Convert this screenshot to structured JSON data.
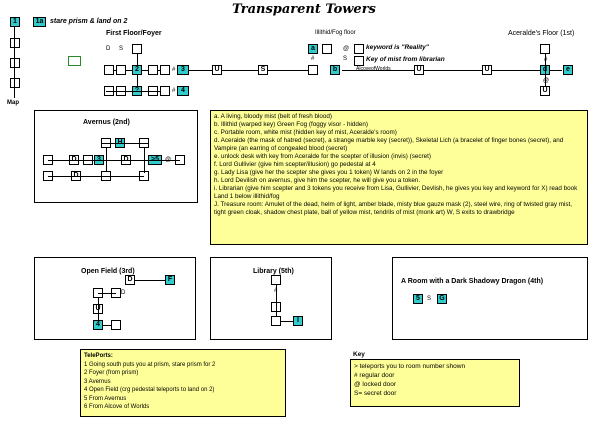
{
  "title": "Transparent Towers",
  "map": {
    "label": "Map",
    "rooms": [
      "1"
    ],
    "legend_room": "1a",
    "legend_text": "stare prism & land on 2"
  },
  "first_floor": {
    "title": "First Floor/Foyer",
    "rooms": [
      "1",
      "2",
      "?",
      "3",
      "4",
      "D",
      "S",
      "#",
      "#"
    ],
    "door_labels": [
      "U",
      "S",
      "U",
      "U",
      "D",
      "U",
      "D"
    ]
  },
  "illithid": {
    "title": "Illithid/Fog floor",
    "rooms": [
      "a",
      "b"
    ],
    "door_labels": [
      "#",
      "@",
      "S"
    ],
    "alcove": "AlcoveofWorlds",
    "keyword_note": "keyword is \"Reality\"",
    "key_note": "Key of mist from librarian"
  },
  "aceralde": {
    "title": "Aceralde's Floor (1st)",
    "rooms": [
      "d",
      "e"
    ],
    "door_labels": [
      "#",
      "@",
      "U"
    ]
  },
  "avernus": {
    "title": "Avernus (2nd)",
    "rooms": [
      "H",
      "3",
      ">5"
    ],
    "door_labels": [
      "D",
      "D",
      "D",
      "@"
    ]
  },
  "notes": [
    "a.  A living, bloody mist (belt of fresh blood)",
    "b.  Illithid (warped key) Green Fog (foggy visor - hidden)",
    "c.  Portable room, white mist (hidden key of mist, Aceralde's room)",
    "d.  Aceralde (the mask of hatred (secret), a strange marble key (secret)), Skeletal Lich (a bracelet of finger bones (secret), and Vampire (an earring of congealed blood (secret)",
    "e.  unlock desk with key from Aceralde for the scepter of illusion (invis) (secret)",
    "f.  Lord Gullivier  (give him scepter/illusion) go pedestal  at 4",
    "g.  Lady Lisa (give her the scepter she gives you 1 token) W lands on 2 in the foyer",
    "h.  Lord Devilish on avernus, give him the scepter, he will give you a token.",
    "i.  Librarian (give him scepter and 3 tokens you receive from Lisa, Gullivier, Devlish, he gives you key and keyword for X) read book Land 1 below illithid/fog",
    "J.  Treasure room: Amulet of the dead, helm of light, amber blade, misty blue gauze mask (2), steel wire, ring of twisted gray mist, tight green cloak, shadow chest plate, ball of yellow mist, tendrils of mist (monk art) W, S exits to drawbridge"
  ],
  "open_field": {
    "title": "Open Field (3rd)",
    "rooms": [
      "F",
      "4"
    ],
    "door_labels": [
      "D",
      "U",
      "D"
    ]
  },
  "library": {
    "title": "Library (5th)",
    "rooms": [
      "I"
    ],
    "door_labels": [
      "#"
    ]
  },
  "dragon_room": {
    "title": "A Room with a Dark Shadowy Dragon (4th)",
    "rooms": [
      "5",
      "G"
    ],
    "door_labels": [
      "S"
    ]
  },
  "teleports": {
    "title": "TelePorts:",
    "items": [
      "1  Going south puts you at prism, stare prism for 2",
      "2  Foyer (from prism)",
      "3  Avernus",
      "4  Open Field (crg pedestal teleports to land on 2)",
      "5  From Avernus",
      "6  From Alcove of Worlds"
    ]
  },
  "key": {
    "title": "Key",
    "items": [
      "> teleports you to room number shown",
      "# regular door",
      "@ locked door",
      "S= secret door"
    ]
  },
  "colors": {
    "room_cyan": "#33cccc",
    "note_yellow": "#ffff99"
  }
}
